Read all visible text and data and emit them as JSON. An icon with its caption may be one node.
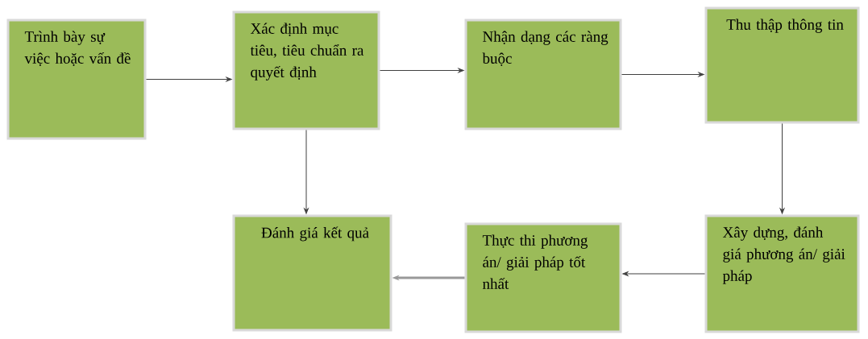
{
  "diagram": {
    "nodes": [
      {
        "text": [
          "Trình bày sự việc hoặc vấn đề"
        ]
      },
      {
        "text": [
          "Xác định mục tiêu, tiêu chuẩn ra quyết định"
        ]
      },
      {
        "text": [
          "Nhận dạng các ràng buộc"
        ]
      },
      {
        "text": [
          "Thu thập thông tin"
        ]
      },
      {
        "text": [
          "Đánh giá kết quả"
        ]
      },
      {
        "text": [
          "Thực thi phương án/ giải pháp tốt nhất"
        ]
      },
      {
        "text": [
          "Xây dựng, đánh giá phương án/ giải pháp"
        ]
      }
    ],
    "edges": [
      {
        "from": 0,
        "to": 1,
        "arrow": "to"
      },
      {
        "from": 1,
        "to": 2,
        "arrow": "to"
      },
      {
        "from": 2,
        "to": 3,
        "arrow": "to"
      },
      {
        "from": 3,
        "to": 6,
        "arrow": "to"
      },
      {
        "from": 6,
        "to": 5,
        "arrow": "to"
      },
      {
        "from": 5,
        "to": 4,
        "arrow": "to",
        "style": "thick"
      },
      {
        "from": 1,
        "to": 4,
        "arrow": "to"
      }
    ]
  }
}
